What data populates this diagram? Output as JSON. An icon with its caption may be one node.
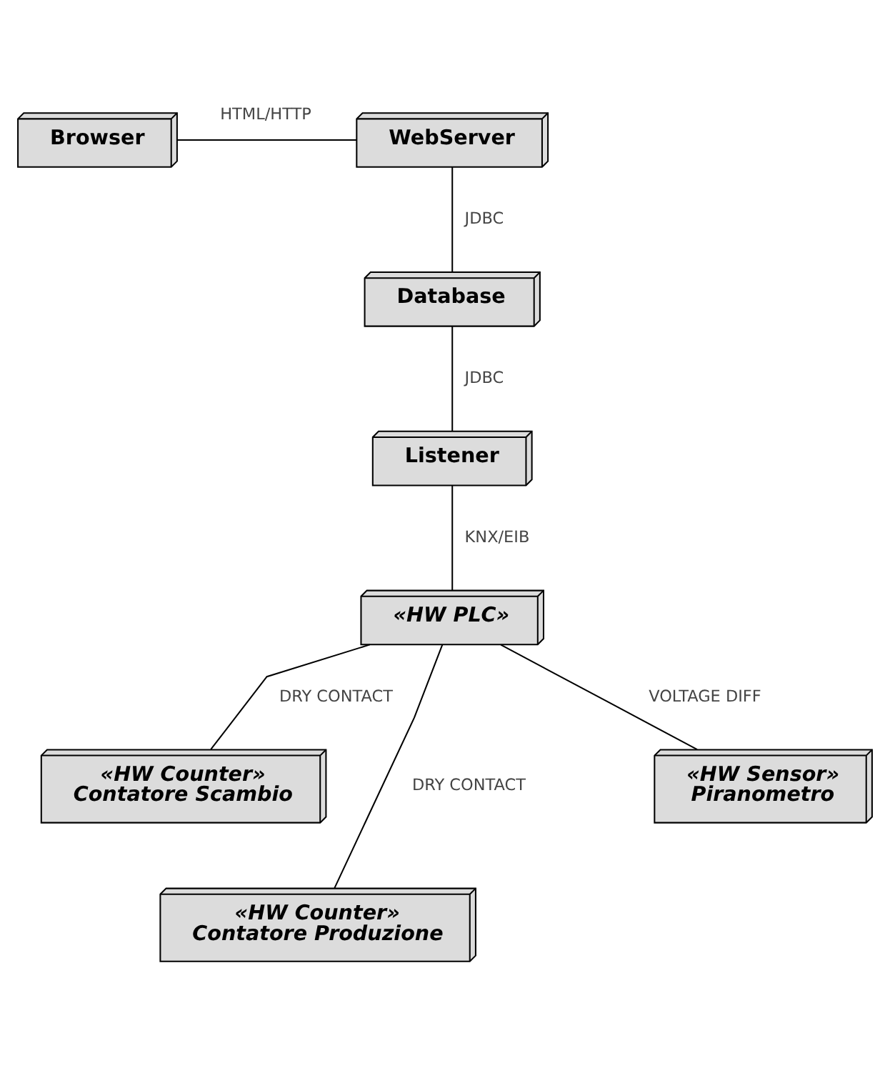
{
  "diagram": {
    "nodes": [
      {
        "text": [
          "Browser"
        ]
      },
      {
        "text": [
          "WebServer"
        ]
      },
      {
        "text": [
          "Database"
        ]
      },
      {
        "text": [
          "Listener"
        ]
      },
      {
        "text": [
          "«HW PLC»"
        ]
      },
      {
        "text": [
          "«HW Counter»",
          "Contatore Scambio"
        ]
      },
      {
        "text": [
          "«HW Counter»",
          "Contatore Produzione"
        ]
      },
      {
        "text": [
          "«HW Sensor»",
          "Piranometro"
        ]
      }
    ],
    "edges": [
      {
        "from": 0,
        "to": 1,
        "arrow": "none",
        "label": "HTML/HTTP"
      },
      {
        "from": 1,
        "to": 2,
        "arrow": "none",
        "label": "JDBC"
      },
      {
        "from": 2,
        "to": 3,
        "arrow": "none",
        "label": "JDBC"
      },
      {
        "from": 3,
        "to": 4,
        "arrow": "none",
        "label": "KNX/EIB"
      },
      {
        "from": 4,
        "to": 5,
        "arrow": "none",
        "label": "DRY CONTACT"
      },
      {
        "from": 4,
        "to": 6,
        "arrow": "none",
        "label": "DRY CONTACT"
      },
      {
        "from": 4,
        "to": 7,
        "arrow": "none",
        "label": "VOLTAGE DIFF"
      }
    ]
  }
}
